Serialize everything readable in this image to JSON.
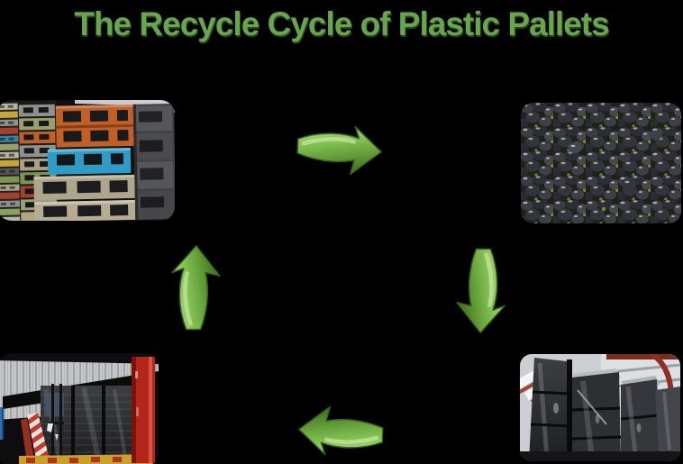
{
  "title": "The Recycle Cycle of Plastic Pallets",
  "diagram": {
    "type": "cycle",
    "direction": "clockwise",
    "stages": [
      {
        "name": "stacked-colorful-plastic-pallets",
        "position": "top-left"
      },
      {
        "name": "black-recycled-plastic-pellets",
        "position": "top-right"
      },
      {
        "name": "shrink-wrapped-pallet-stacks-warehouse",
        "position": "bottom-right"
      },
      {
        "name": "pallets-loaded-in-truck",
        "position": "bottom-left"
      }
    ],
    "arrows": [
      {
        "name": "arrow-top",
        "direction": "right"
      },
      {
        "name": "arrow-right",
        "direction": "down"
      },
      {
        "name": "arrow-bottom",
        "direction": "left"
      },
      {
        "name": "arrow-left",
        "direction": "up"
      }
    ]
  },
  "colors": {
    "background": "#000000",
    "title_text": "#68a64d",
    "arrow_light": "#b6e08b",
    "arrow_mid": "#7fbe51",
    "arrow_dark": "#47791f"
  }
}
